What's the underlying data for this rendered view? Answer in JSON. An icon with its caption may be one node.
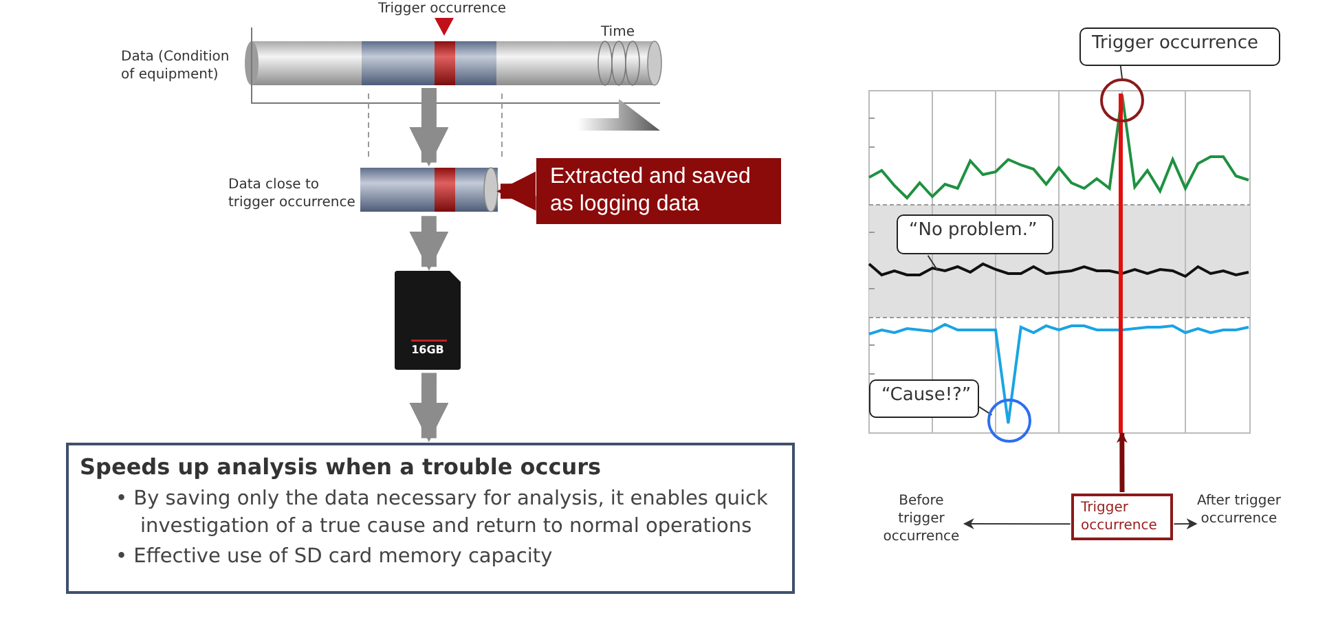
{
  "diagram": {
    "nodes": [
      {
        "text": [
          "Data (Condition of equipment)"
        ]
      },
      {
        "text": [
          "Data close to trigger occurrence"
        ]
      },
      {
        "text": [
          "Extracted and saved as logging data"
        ]
      },
      {
        "text": [
          "16GB"
        ]
      },
      {
        "text": [
          "Speeds up analysis when a trouble occurs",
          "• By saving only the data necessary for analysis, it enables quick investigation of a true cause and return to normal operations",
          "• Effective use of SD card memory capacity"
        ]
      },
      {
        "text": [],
        "shape": "picture"
      },
      {
        "text": [
          "Trigger occurrence"
        ]
      },
      {
        "text": [],
        "shape": "circle"
      },
      {
        "text": [
          "“No problem.”"
        ],
        "in": 5
      },
      {
        "text": [
          "“Cause!?”"
        ],
        "in": 5
      },
      {
        "text": [],
        "shape": "circle"
      },
      {
        "text": [
          "Trigger occurrence"
        ]
      },
      {
        "text": [
          "Before trigger occurrence"
        ]
      },
      {
        "text": [
          "After trigger occurrence"
        ]
      }
    ],
    "edges": [
      {
        "from": 0,
        "to": 1,
        "arrow": "to",
        "style": "thick"
      },
      {
        "from": 2,
        "to": 1,
        "arrow": "to",
        "style": "thick",
        "color": "#8b0a0a"
      },
      {
        "from": 1,
        "to": 3,
        "arrow": "to",
        "style": "thick"
      },
      {
        "from": 3,
        "to": 4,
        "arrow": "to",
        "style": "thick"
      },
      {
        "from": 6,
        "to": 7,
        "arrow": "none"
      },
      {
        "from": 8,
        "to": null,
        "arrow": "none"
      },
      {
        "from": 9,
        "to": 10,
        "arrow": "none"
      },
      {
        "from": 11,
        "to": 5,
        "arrow": "to",
        "style": "thick",
        "color": "#7a0c0c"
      },
      {
        "from": 11,
        "to": 12,
        "arrow": "to"
      },
      {
        "from": 11,
        "to": 13,
        "arrow": "to"
      }
    ],
    "labels": [
      "Trigger occurrence",
      "Time"
    ]
  }
}
